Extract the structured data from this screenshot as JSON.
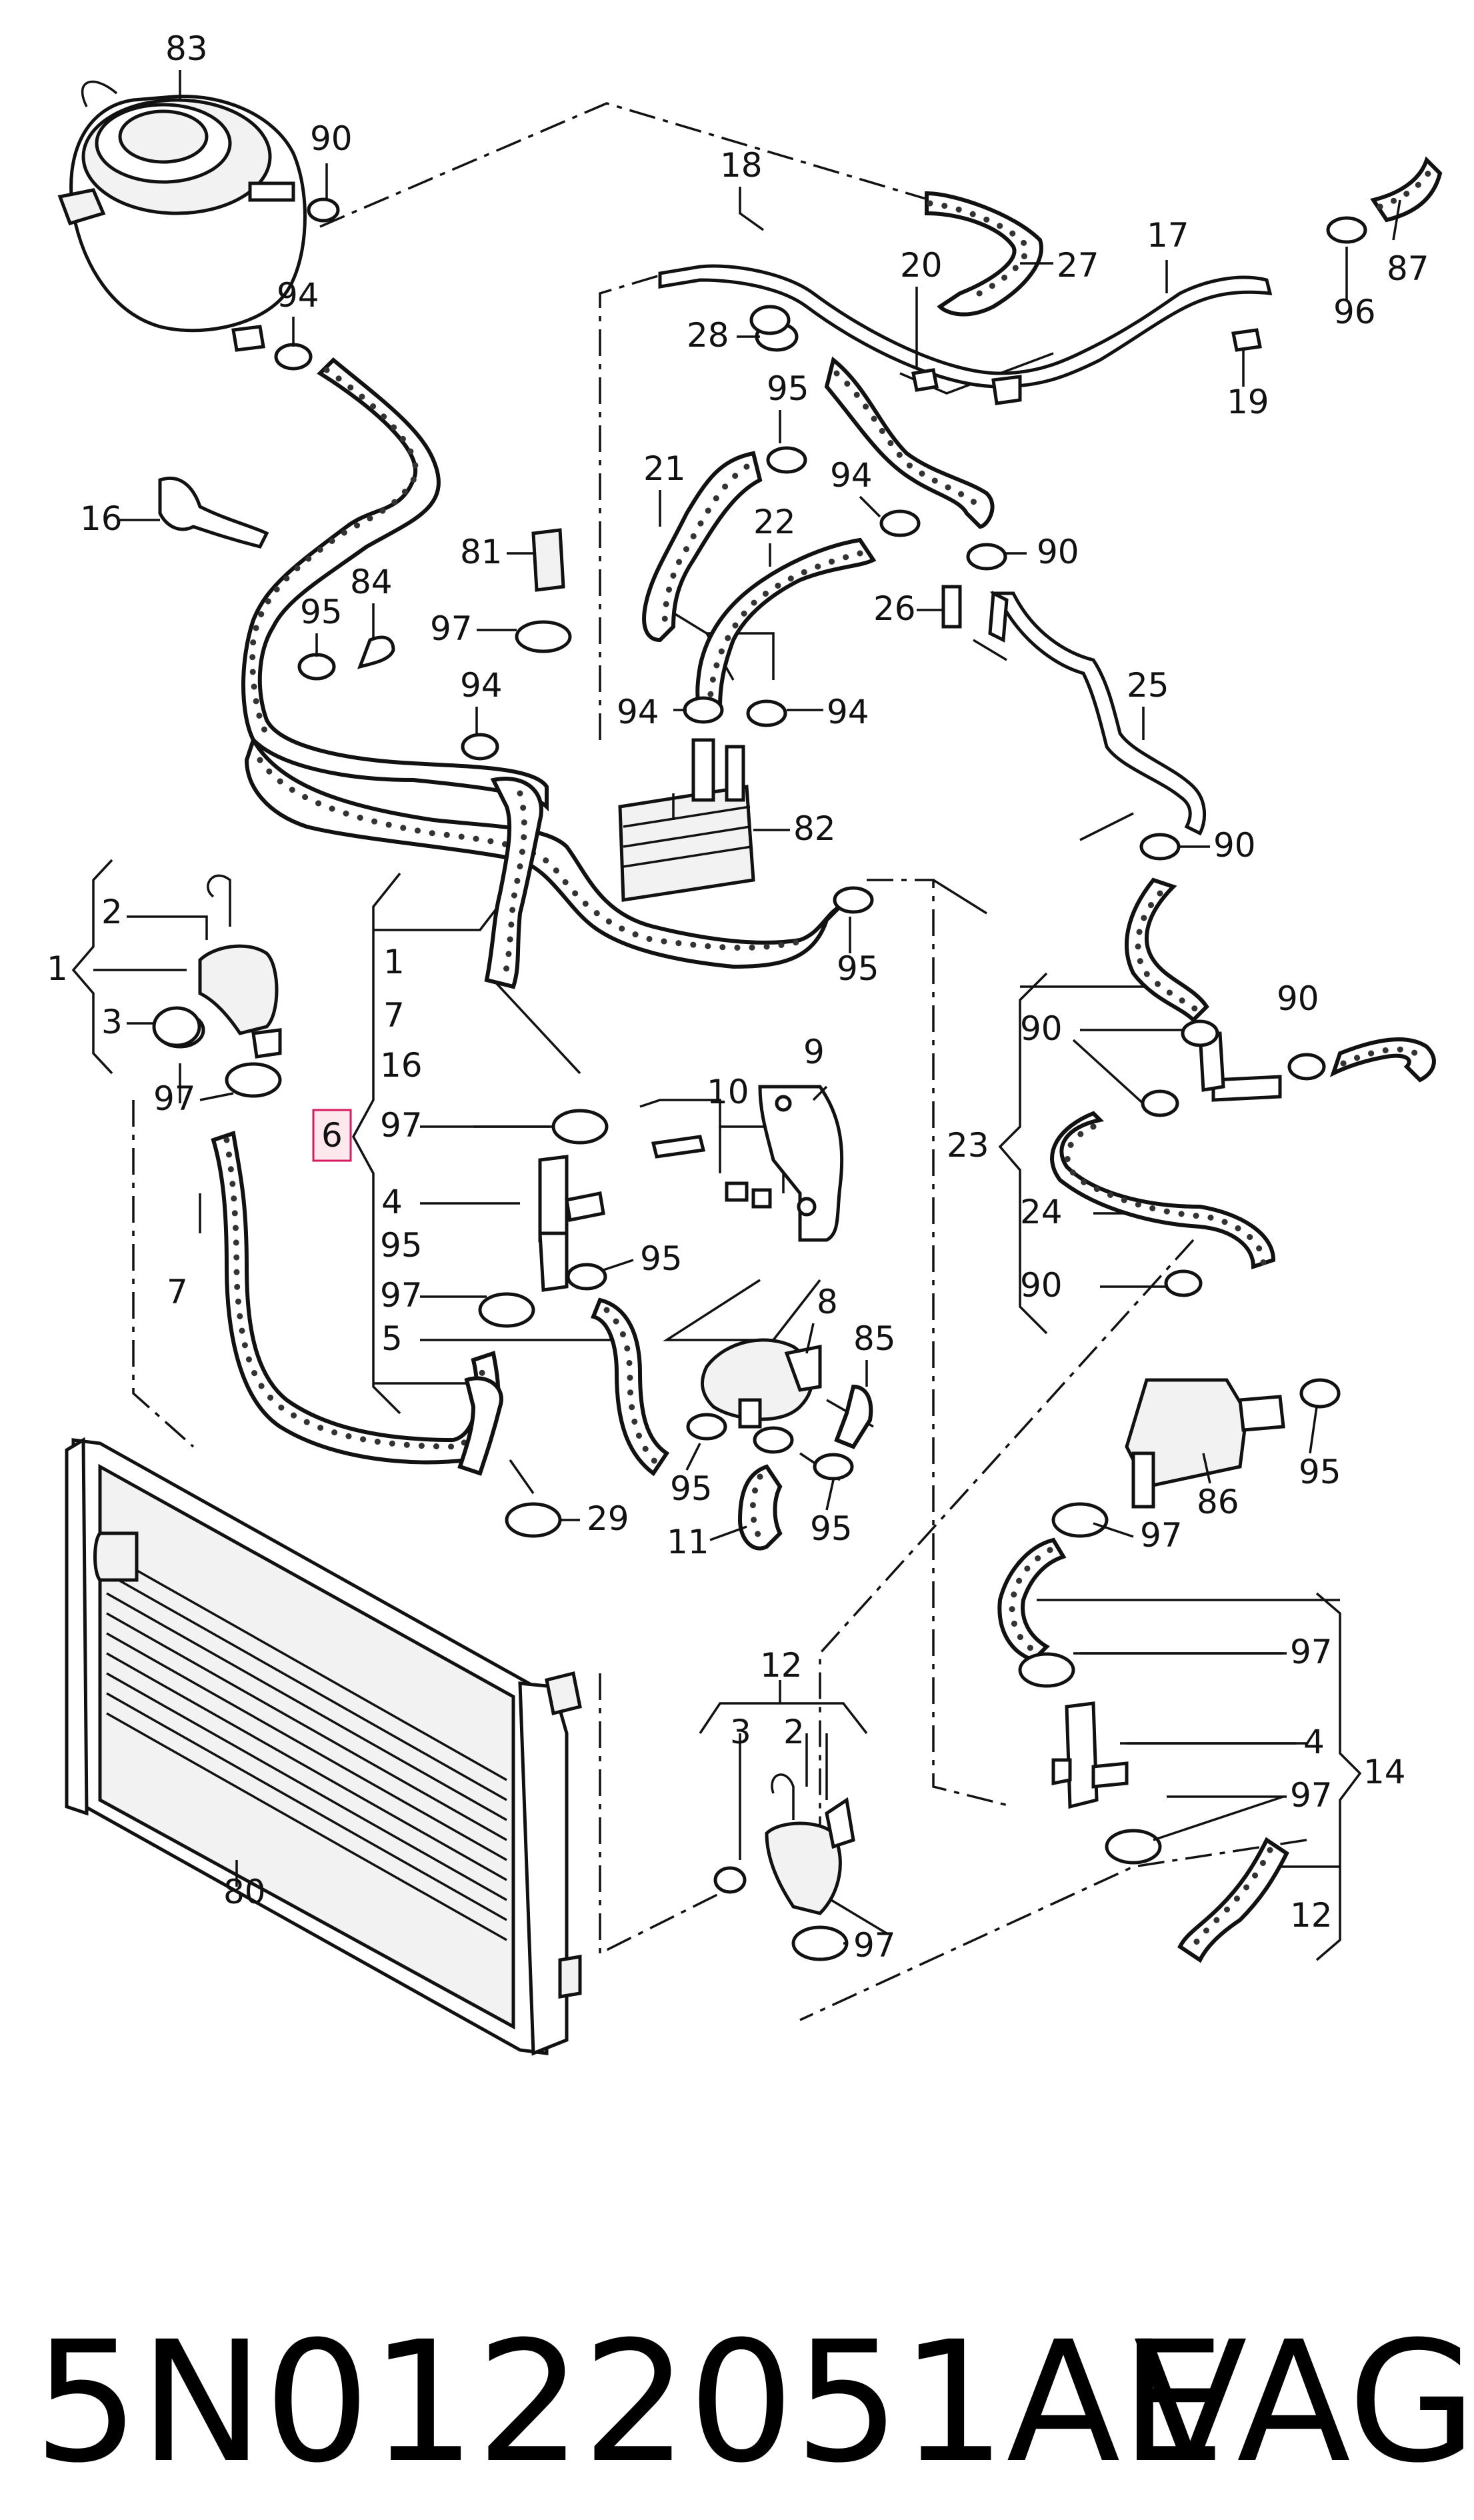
{
  "diagram": {
    "labels": {
      "p1": "1",
      "p2": "2",
      "p3": "3",
      "p4": "4",
      "p5": "5",
      "p6": "6",
      "p7": "7",
      "p8": "8",
      "p9": "9",
      "p10": "10",
      "p11": "11",
      "p12": "12",
      "p14": "14",
      "p16": "16",
      "p17": "17",
      "p18": "18",
      "p19": "19",
      "p20": "20",
      "p21": "21",
      "p22": "22",
      "p23": "23",
      "p24": "24",
      "p25": "25",
      "p26": "26",
      "p27": "27",
      "p28": "28",
      "p29": "29",
      "p80": "80",
      "p81": "81",
      "p82": "82",
      "p83": "83",
      "p84": "84",
      "p85": "85",
      "p86": "86",
      "p87": "87",
      "p90": "90",
      "p94": "94",
      "p95": "95",
      "p96": "96",
      "p97": "97"
    },
    "part_number": "5N0122051AE",
    "brand": "VAG"
  }
}
